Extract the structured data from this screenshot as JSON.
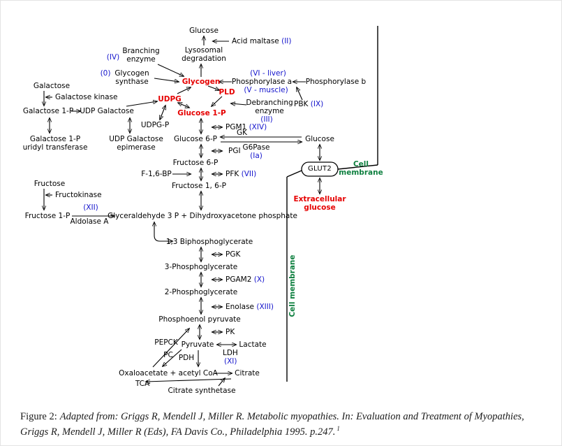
{
  "colors": {
    "metabolite_red": "#e60000",
    "enzyme_code_blue": "#1414cc",
    "membrane_green": "#0f8040",
    "text_black": "#000000"
  },
  "nodes": {
    "glucose_top": {
      "text": "Glucose"
    },
    "acid_maltase": {
      "text": "Acid maltase",
      "code": "(II)"
    },
    "lysosomal": {
      "line1": "Lysosomal",
      "line2": "degradation"
    },
    "iv": {
      "code": "(IV)"
    },
    "branching": {
      "line1": "Branching",
      "line2": "enzyme"
    },
    "zero": {
      "code": "(0)"
    },
    "glycogen_synthase": {
      "line1": "Glycogen",
      "line2": "synthase"
    },
    "glycogen": {
      "text": "Glycogen"
    },
    "vi_liver": {
      "code": "(VI - liver)"
    },
    "phosphorylase_a": {
      "text": "Phosphorylase a"
    },
    "v_muscle": {
      "code": "(V - muscle)"
    },
    "phosphorylase_b": {
      "text": "Phosphorylase b"
    },
    "pld": {
      "text": "PLD"
    },
    "pbk": {
      "text": "PBK",
      "code": "(IX)"
    },
    "galactose": {
      "text": "Galactose"
    },
    "galactose_kinase": {
      "text": "Galactose kinase"
    },
    "galactose_1p": {
      "text": "Galactose 1-P"
    },
    "udp_galactose": {
      "text": "UDP Galactose"
    },
    "udpg": {
      "text": "UDPG"
    },
    "glucose_1p": {
      "text": "Glucose 1-P"
    },
    "debranching": {
      "line1": "Debranching",
      "line2": "enzyme"
    },
    "iii": {
      "code": "(III)"
    },
    "udpg_p": {
      "text": "UDPG-P"
    },
    "pgm1": {
      "text": "PGM1",
      "code": "(XIV)"
    },
    "gk": {
      "text": "GK"
    },
    "uridyl_transferase": {
      "line1": "Galactose 1-P",
      "line2": "uridyl transferase"
    },
    "epimerase": {
      "line1": "UDP Galactose",
      "line2": "epimerase"
    },
    "glucose_6p": {
      "text": "Glucose 6-P"
    },
    "g6pase": {
      "text": "G6Pase",
      "code": "(Ia)"
    },
    "glucose_right": {
      "text": "Glucose"
    },
    "pgi": {
      "text": "PGI"
    },
    "fructose_6p": {
      "text": "Fructose 6-P"
    },
    "glut2": {
      "text": "GLUT2"
    },
    "cell_membrane_right": {
      "line1": "Cell",
      "line2": "membrane"
    },
    "f16bp": {
      "text": "F-1,6-BP"
    },
    "pfk": {
      "text": "PFK",
      "code": "(VII)"
    },
    "fructose_16p": {
      "text": "Fructose 1, 6-P"
    },
    "extracellular_glucose": {
      "line1": "Extracellular",
      "line2": "glucose"
    },
    "fructose": {
      "text": "Fructose"
    },
    "fructokinase": {
      "text": "Fructokinase"
    },
    "xii": {
      "code": "(XII)"
    },
    "fructose_1p": {
      "text": "Fructose 1-P"
    },
    "aldolase_a": {
      "text": "Aldolase A"
    },
    "ga3p_dhap": {
      "text": "Glyceraldehyde 3 P + Dihydroxyacetone phosphate"
    },
    "bpg_13": {
      "text": "1,3 Biphosphoglycerate"
    },
    "pgk": {
      "text": "PGK"
    },
    "pg_3": {
      "text": "3-Phosphoglycerate"
    },
    "pgam2": {
      "text": "PGAM2",
      "code": "(X)"
    },
    "pg_2": {
      "text": "2-Phosphoglycerate"
    },
    "enolase": {
      "text": "Enolase",
      "code": "(XIII)"
    },
    "pep": {
      "text": "Phosphoenol pyruvate"
    },
    "pk": {
      "text": "PK"
    },
    "pepck": {
      "text": "PEPCK"
    },
    "pyruvate": {
      "text": "Pyruvate"
    },
    "lactate": {
      "text": "Lactate"
    },
    "pc": {
      "text": "PC"
    },
    "pdh": {
      "text": "PDH"
    },
    "ldh": {
      "text": "LDH"
    },
    "xi": {
      "code": "(XI)"
    },
    "oxaloacetate": {
      "text": "Oxaloacetate + acetyl CoA"
    },
    "citrate": {
      "text": "Citrate"
    },
    "tca": {
      "text": "TCA"
    },
    "citrate_synthetase": {
      "text": "Citrate synthetase"
    },
    "cell_membrane_left": {
      "text": "Cell membrane"
    }
  },
  "caption": {
    "prefix": "Figure 2:",
    "body": "Adapted from: Griggs R, Mendell J, Miller R. Metabolic myopathies. In: Evaluation and Treatment of Myopathies, Griggs R, Mendell J, Miller R (Eds), FA Davis Co., Philadelphia 1995. p.247.",
    "footnote_marker": "1"
  }
}
